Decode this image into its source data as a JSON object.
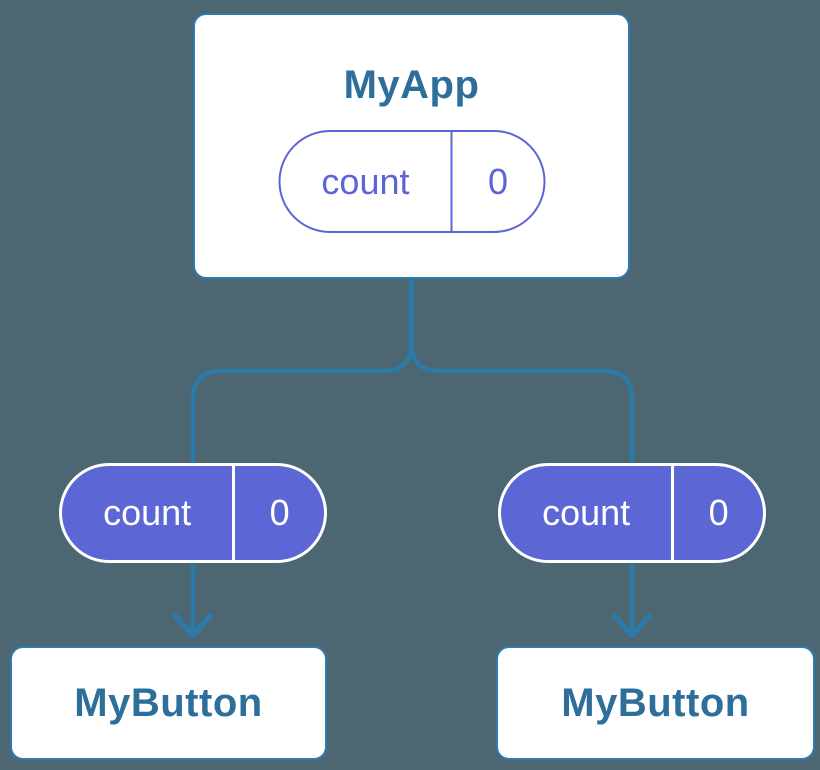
{
  "diagram": {
    "title": "component-state-tree",
    "colors": {
      "background": "#4C6771",
      "card_background": "#FFFFFF",
      "card_border": "#2E7BAD",
      "component_title_text": "#2D6E9B",
      "connector_line": "#2C7AA9",
      "state_purple": "#5D66D5",
      "state_outline_purple": "#5C64D7",
      "state_solid_text": "#FFFFFF"
    },
    "root": {
      "title": "MyApp",
      "state": {
        "key": "count",
        "value": "0"
      }
    },
    "children": [
      {
        "title": "MyButton",
        "state": {
          "key": "count",
          "value": "0"
        }
      },
      {
        "title": "MyButton",
        "state": {
          "key": "count",
          "value": "0"
        }
      }
    ]
  }
}
